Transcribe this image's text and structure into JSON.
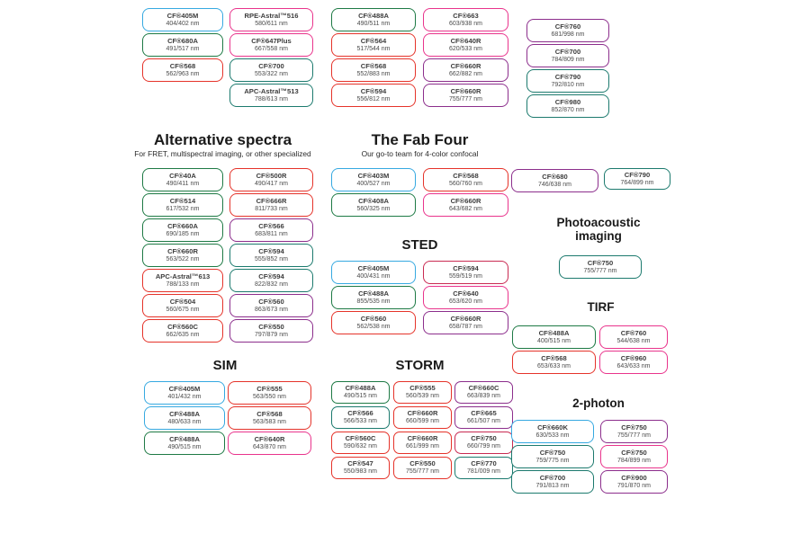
{
  "accent_colors": {
    "blue": "#36A9E1",
    "green": "#1E7A45",
    "teal": "#1C7A6E",
    "red": "#E5332A",
    "crimson": "#C92A52",
    "pink": "#E9348C",
    "purple": "#8C2E8C"
  },
  "sections": {
    "top_col1": {
      "pills": [
        {
          "name": "CF®405M",
          "value": "404/402 nm",
          "color": "blue"
        },
        {
          "name": "CF®680A",
          "value": "491/517 nm",
          "color": "green"
        },
        {
          "name": "CF®568",
          "value": "562/963 nm",
          "color": "red"
        }
      ]
    },
    "top_col2": {
      "pills": [
        {
          "name": "RPE-Astral™516",
          "value": "580/611 nm",
          "color": "pink"
        },
        {
          "name": "CF®647Plus",
          "value": "667/558 nm",
          "color": "pink"
        },
        {
          "name": "CF®700",
          "value": "553/322 nm",
          "color": "teal"
        },
        {
          "name": "APC-Astral™513",
          "value": "788/613 nm",
          "color": "teal"
        }
      ]
    },
    "top_col3": {
      "pills": [
        {
          "name": "CF®488A",
          "value": "490/511 nm",
          "color": "green"
        },
        {
          "name": "CF®564",
          "value": "517/544 nm",
          "color": "red"
        },
        {
          "name": "CF®568",
          "value": "552/883 nm",
          "color": "red"
        },
        {
          "name": "CF®594",
          "value": "556/812 nm",
          "color": "red"
        }
      ]
    },
    "top_col4": {
      "pills": [
        {
          "name": "CF®663",
          "value": "603/938 nm",
          "color": "pink"
        },
        {
          "name": "CF®640R",
          "value": "620/533 nm",
          "color": "pink"
        },
        {
          "name": "CF®660R",
          "value": "662/882 nm",
          "color": "purple"
        },
        {
          "name": "CF®660R",
          "value": "755/777 nm",
          "color": "purple"
        }
      ]
    },
    "top_col5": {
      "pills": [
        {
          "name": "CF®760",
          "value": "681/998 nm",
          "color": "purple"
        },
        {
          "name": "CF®700",
          "value": "784/809 nm",
          "color": "purple"
        },
        {
          "name": "CF®790",
          "value": "792/810 nm",
          "color": "teal"
        },
        {
          "name": "CF®980",
          "value": "852/870 nm",
          "color": "teal"
        }
      ]
    },
    "alt": {
      "title": "Alternative spectra",
      "subtitle": "For FRET, multispectral imaging, or other specialized",
      "colA": [
        {
          "name": "CF®40A",
          "value": "490/411 nm",
          "color": "green"
        },
        {
          "name": "CF®514",
          "value": "617/532 nm",
          "color": "green"
        },
        {
          "name": "CF®660A",
          "value": "690/185 nm",
          "color": "green"
        },
        {
          "name": "CF®660R",
          "value": "563/522 nm",
          "color": "green"
        },
        {
          "name": "APC-Astral™613",
          "value": "788/133 nm",
          "color": "red"
        },
        {
          "name": "CF®504",
          "value": "560/675 nm",
          "color": "red"
        },
        {
          "name": "CF®560C",
          "value": "662/635 nm",
          "color": "red"
        }
      ],
      "colB": [
        {
          "name": "CF®500R",
          "value": "490/417 nm",
          "color": "red"
        },
        {
          "name": "CF®666R",
          "value": "811/733 nm",
          "color": "red"
        },
        {
          "name": "CF®566",
          "value": "683/811 nm",
          "color": "purple"
        },
        {
          "name": "CF®594",
          "value": "555/852 nm",
          "color": "teal"
        },
        {
          "name": "CF®594",
          "value": "822/832 nm",
          "color": "teal"
        },
        {
          "name": "CF®560",
          "value": "863/673 nm",
          "color": "purple"
        },
        {
          "name": "CF®550",
          "value": "797/879 nm",
          "color": "purple"
        }
      ]
    },
    "fab": {
      "title": "The Fab Four",
      "subtitle": "Our go-to team for 4-color confocal",
      "col1": [
        {
          "name": "CF®403M",
          "value": "400/527 nm",
          "color": "blue"
        },
        {
          "name": "CF®408A",
          "value": "560/325 nm",
          "color": "green"
        }
      ],
      "col2": [
        {
          "name": "CF®568",
          "value": "560/760 nm",
          "color": "red"
        },
        {
          "name": "CF®660R",
          "value": "643/682 nm",
          "color": "pink"
        }
      ]
    },
    "sted": {
      "title": "STED",
      "col1": [
        {
          "name": "CF®405M",
          "value": "400/431 nm",
          "color": "blue"
        },
        {
          "name": "CF®488A",
          "value": "855/535 nm",
          "color": "green"
        },
        {
          "name": "CF®560",
          "value": "562/538 nm",
          "color": "red"
        }
      ],
      "col2": [
        {
          "name": "CF®594",
          "value": "559/519 nm",
          "color": "crimson"
        },
        {
          "name": "CF®640",
          "value": "653/620 nm",
          "color": "pink"
        },
        {
          "name": "CF®660R",
          "value": "658/787 nm",
          "color": "purple"
        }
      ]
    },
    "sim": {
      "title": "SIM",
      "col1": [
        {
          "name": "CF®405M",
          "value": "401/432 nm",
          "color": "blue"
        },
        {
          "name": "CF®488A",
          "value": "480/633 nm",
          "color": "blue"
        },
        {
          "name": "CF®488A",
          "value": "490/515 nm",
          "color": "green"
        }
      ],
      "col2": [
        {
          "name": "CF®555",
          "value": "563/550 nm",
          "color": "red"
        },
        {
          "name": "CF®568",
          "value": "563/583 nm",
          "color": "red"
        },
        {
          "name": "CF®640R",
          "value": "643/870 nm",
          "color": "pink"
        }
      ]
    },
    "storm": {
      "title": "STORM",
      "col1": [
        {
          "name": "CF®488A",
          "value": "490/515 nm",
          "color": "green"
        },
        {
          "name": "CF®566",
          "value": "566/533 nm",
          "color": "teal"
        },
        {
          "name": "CF®560C",
          "value": "590/632 nm",
          "color": "red"
        },
        {
          "name": "CF®547",
          "value": "550/983 nm",
          "color": "red"
        }
      ],
      "col2": [
        {
          "name": "CF®555",
          "value": "560/539 nm",
          "color": "red"
        },
        {
          "name": "CF®660R",
          "value": "660/599 nm",
          "color": "red"
        },
        {
          "name": "CF®660R",
          "value": "661/999 nm",
          "color": "red"
        },
        {
          "name": "CF®550",
          "value": "755/777 nm",
          "color": "red"
        }
      ],
      "col3": [
        {
          "name": "CF®660C",
          "value": "663/839 nm",
          "color": "purple"
        },
        {
          "name": "CF®665",
          "value": "661/507 nm",
          "color": "purple"
        },
        {
          "name": "CF®750",
          "value": "660/799 nm",
          "color": "crimson"
        },
        {
          "name": "CF®770",
          "value": "781/009 nm",
          "color": "teal"
        }
      ]
    },
    "pair": {
      "col1": [
        {
          "name": "CF®680",
          "value": "746/638 nm",
          "color": "purple"
        }
      ],
      "col2": [
        {
          "name": "CF®790",
          "value": "764/899 nm",
          "color": "teal"
        }
      ]
    },
    "photoacoustic": {
      "title_line1": "Photoacoustic",
      "title_line2": "imaging",
      "col": [
        {
          "name": "CF®750",
          "value": "755/777 nm",
          "color": "teal"
        }
      ]
    },
    "tirf": {
      "title": "TIRF",
      "col1": [
        {
          "name": "CF®488A",
          "value": "400/515 nm",
          "color": "green"
        },
        {
          "name": "CF®568",
          "value": "653/633 nm",
          "color": "red"
        }
      ],
      "col2": [
        {
          "name": "CF®760",
          "value": "544/638 nm",
          "color": "pink"
        },
        {
          "name": "CF®960",
          "value": "643/633 nm",
          "color": "pink"
        }
      ]
    },
    "twophoton": {
      "title": "2-photon",
      "col1": [
        {
          "name": "CF®660K",
          "value": "630/533 nm",
          "color": "blue"
        },
        {
          "name": "CF®750",
          "value": "759/775 nm",
          "color": "teal"
        },
        {
          "name": "CF®700",
          "value": "791/813 nm",
          "color": "teal"
        }
      ],
      "col2": [
        {
          "name": "CF®750",
          "value": "755/777 nm",
          "color": "purple"
        },
        {
          "name": "CF®750",
          "value": "784/899 nm",
          "color": "pink"
        },
        {
          "name": "CF®900",
          "value": "791/870 nm",
          "color": "purple"
        }
      ]
    }
  }
}
